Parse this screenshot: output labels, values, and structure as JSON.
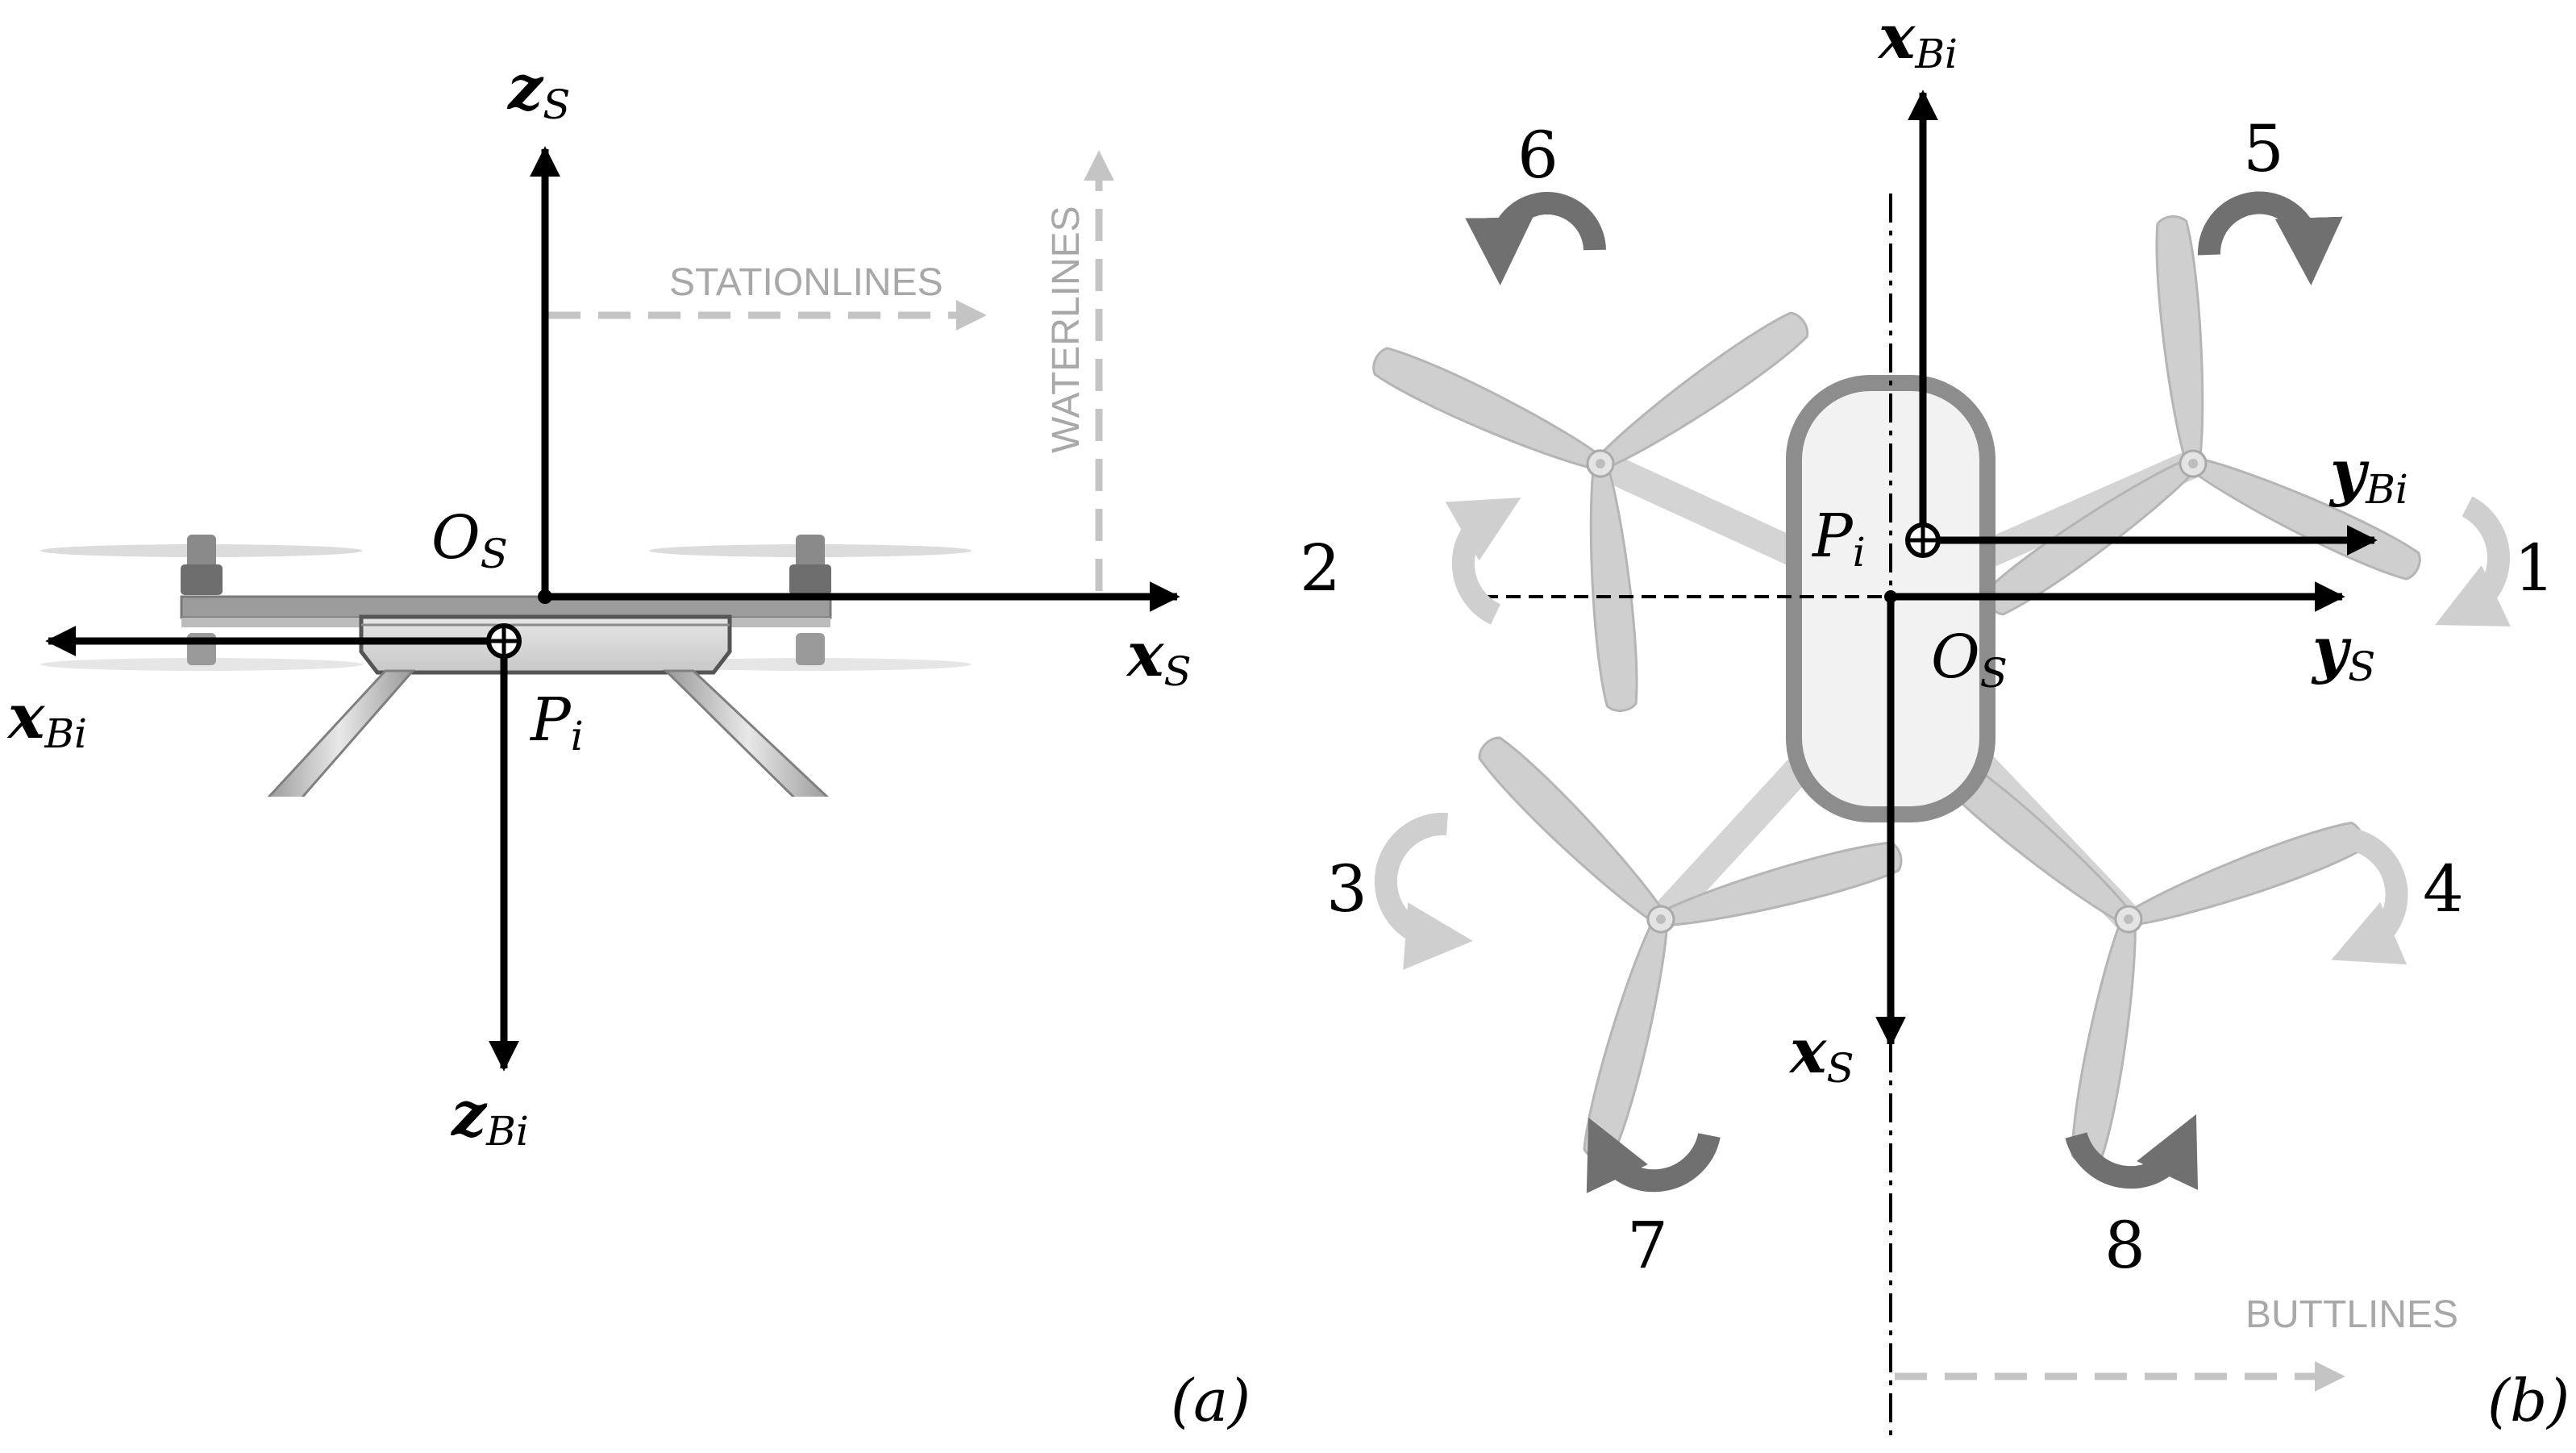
{
  "panel_a": {
    "axis_zS": "z",
    "axis_zS_sub": "S",
    "axis_xS": "x",
    "axis_xS_sub": "S",
    "axis_xBi": "x",
    "axis_xBi_sub": "Bi",
    "axis_zBi": "z",
    "axis_zBi_sub": "Bi",
    "origin": "O",
    "origin_sub": "S",
    "point": "P",
    "point_sub": "i",
    "stationlines": "STATIONLINES",
    "waterlines": "WATERLINES",
    "panel_label": "(a)"
  },
  "panel_b": {
    "axis_xBi": "x",
    "axis_xBi_sub": "Bi",
    "axis_yBi": "y",
    "axis_yBi_sub": "Bi",
    "axis_yS": "y",
    "axis_yS_sub": "S",
    "axis_xS": "x",
    "axis_xS_sub": "S",
    "origin": "O",
    "origin_sub": "S",
    "point": "P",
    "point_sub": "i",
    "buttlines": "BUTTLINES",
    "panel_label": "(b)",
    "rotors": [
      "1",
      "2",
      "3",
      "4",
      "5",
      "6",
      "7",
      "8"
    ]
  }
}
